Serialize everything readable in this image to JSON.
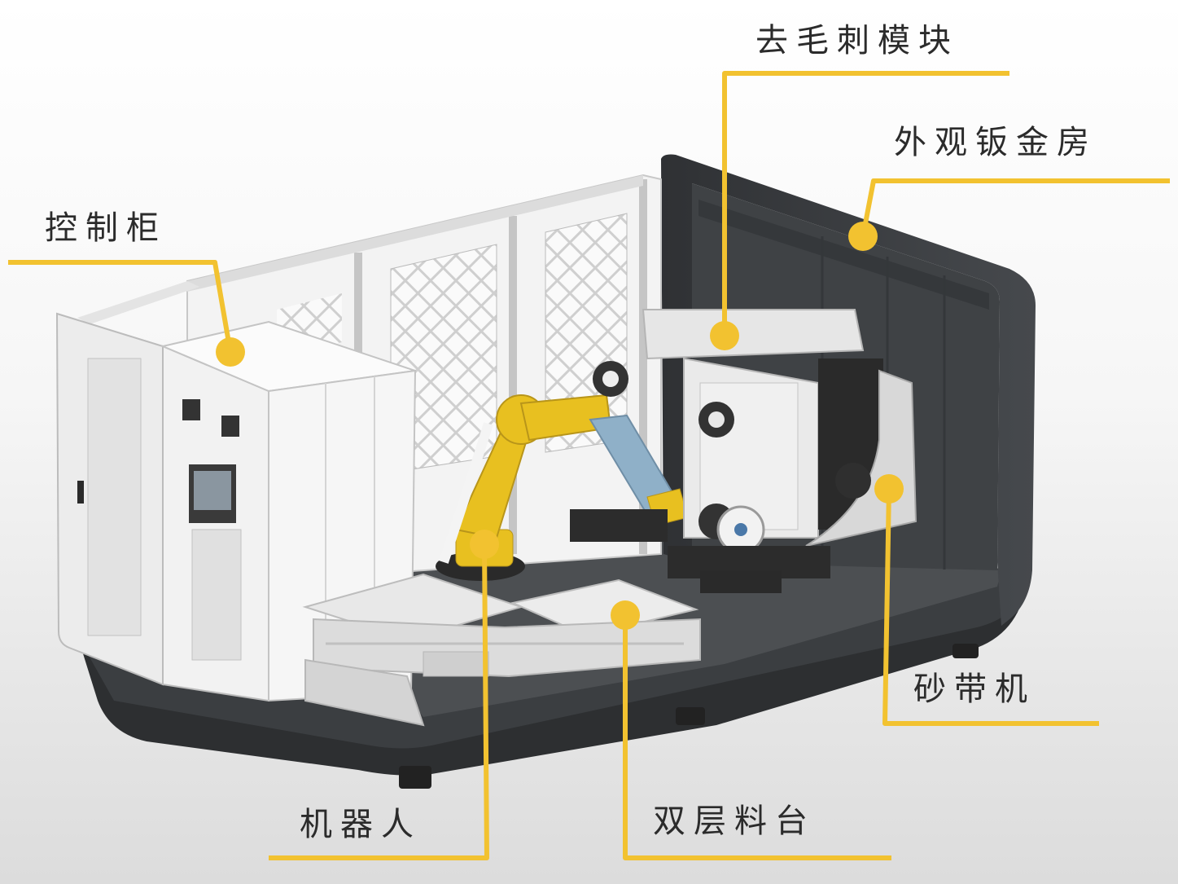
{
  "colors": {
    "leader": "#f2c230",
    "cabin_frame": "#3a3d40",
    "robot_yellow": "#e8c020",
    "robot_blue": "#8fb0c8"
  },
  "labels": {
    "deburr_module": "去毛刺模块",
    "sheet_metal_room": "外观钣金房",
    "control_cabinet": "控制柜",
    "belt_sander": "砂带机",
    "robot": "机器人",
    "double_layer_table": "双层料台"
  }
}
